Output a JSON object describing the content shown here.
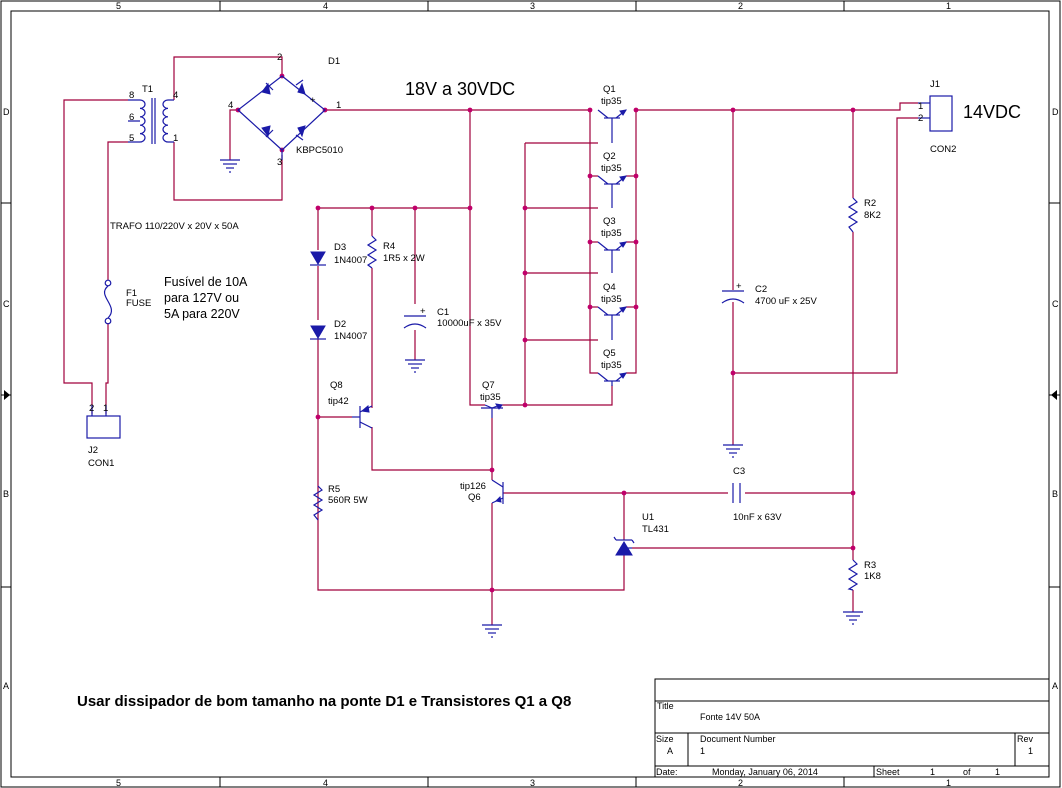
{
  "border": {
    "columns": [
      "5",
      "4",
      "3",
      "2",
      "1"
    ],
    "rows": [
      "D",
      "C",
      "B",
      "A"
    ]
  },
  "notes": {
    "input_voltage": "18V a 30VDC",
    "output_voltage": "14VDC",
    "fuse_note_line1": "Fusível de 10A",
    "fuse_note_line2": "para 127V ou",
    "fuse_note_line3": "5A para 220V",
    "heatsink_note": "Usar dissipador de bom tamanho na ponte D1 e Transistores Q1 a Q8"
  },
  "components": {
    "T1": {
      "ref": "T1",
      "value": "TRAFO 110/220V x 20V x 50A",
      "pins": [
        "8",
        "6",
        "5",
        "4",
        "1"
      ]
    },
    "D1": {
      "ref": "D1",
      "value": "KBPC5010",
      "pins": [
        "2",
        "4",
        "3",
        "1"
      ]
    },
    "F1": {
      "ref": "F1",
      "value": "FUSE"
    },
    "J2": {
      "ref": "J2",
      "value": "CON1",
      "pins": [
        "2",
        "1"
      ]
    },
    "J1": {
      "ref": "J1",
      "value": "CON2",
      "pins": [
        "1",
        "2"
      ]
    },
    "D3": {
      "ref": "D3",
      "value": "1N4007"
    },
    "D2": {
      "ref": "D2",
      "value": "1N4007"
    },
    "R4": {
      "ref": "R4",
      "value": "1R5 x 2W"
    },
    "C1": {
      "ref": "C1",
      "value": "10000uF x 35V"
    },
    "Q8": {
      "ref": "Q8",
      "value": "tip42"
    },
    "R5": {
      "ref": "R5",
      "value": "560R 5W"
    },
    "Q7": {
      "ref": "Q7",
      "value": "tip35"
    },
    "Q6": {
      "ref": "Q6",
      "value": "tip126"
    },
    "Q1": {
      "ref": "Q1",
      "value": "tip35"
    },
    "Q2": {
      "ref": "Q2",
      "value": "tip35"
    },
    "Q3": {
      "ref": "Q3",
      "value": "tip35"
    },
    "Q4": {
      "ref": "Q4",
      "value": "tip35"
    },
    "Q5": {
      "ref": "Q5",
      "value": "tip35"
    },
    "C2": {
      "ref": "C2",
      "value": "4700 uF x 25V"
    },
    "R2": {
      "ref": "R2",
      "value": "8K2"
    },
    "C3": {
      "ref": "C3",
      "value": "10nF x 63V"
    },
    "U1": {
      "ref": "U1",
      "value": "TL431"
    },
    "R3": {
      "ref": "R3",
      "value": "1K8"
    }
  },
  "title_block": {
    "title_label": "Title",
    "title": "Fonte 14V 50A",
    "size_label": "Size",
    "size": "A",
    "docnum_label": "Document Number",
    "docnum": "1",
    "rev_label": "Rev",
    "rev": "1",
    "date_label": "Date:",
    "date": "Monday, January 06, 2014",
    "sheet_label": "Sheet",
    "sheet": "1",
    "of_label": "of",
    "sheets": "1"
  }
}
